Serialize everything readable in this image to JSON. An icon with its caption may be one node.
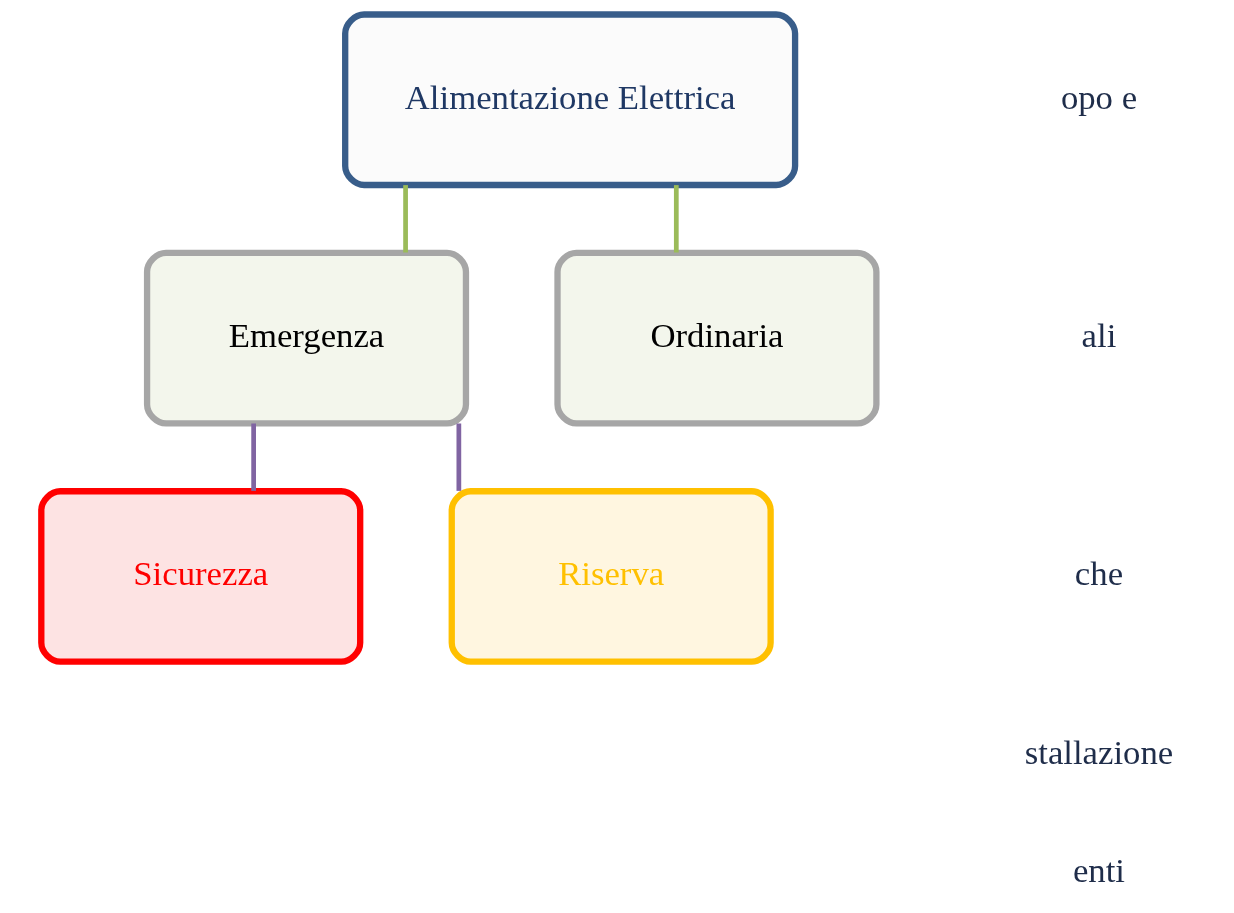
{
  "diagram": {
    "nodes": [
      {
        "text": [
          "Alimentazione Elettrica"
        ]
      },
      {
        "text": [
          "Emergenza"
        ]
      },
      {
        "text": [
          "Ordinaria"
        ]
      },
      {
        "text": [
          "Sicurezza"
        ]
      },
      {
        "text": [
          "Riserva"
        ]
      }
    ],
    "edges": [
      {
        "from": 0,
        "to": 1,
        "arrow": "none",
        "color": "#9bbb59"
      },
      {
        "from": 0,
        "to": 2,
        "arrow": "none",
        "color": "#9bbb59"
      },
      {
        "from": 1,
        "to": 3,
        "arrow": "none",
        "color": "#8064a2"
      },
      {
        "from": 1,
        "to": 4,
        "arrow": "none",
        "color": "#8064a2"
      }
    ],
    "labels": [
      "opo e",
      "ali",
      "che",
      "stallazione",
      "enti"
    ]
  }
}
